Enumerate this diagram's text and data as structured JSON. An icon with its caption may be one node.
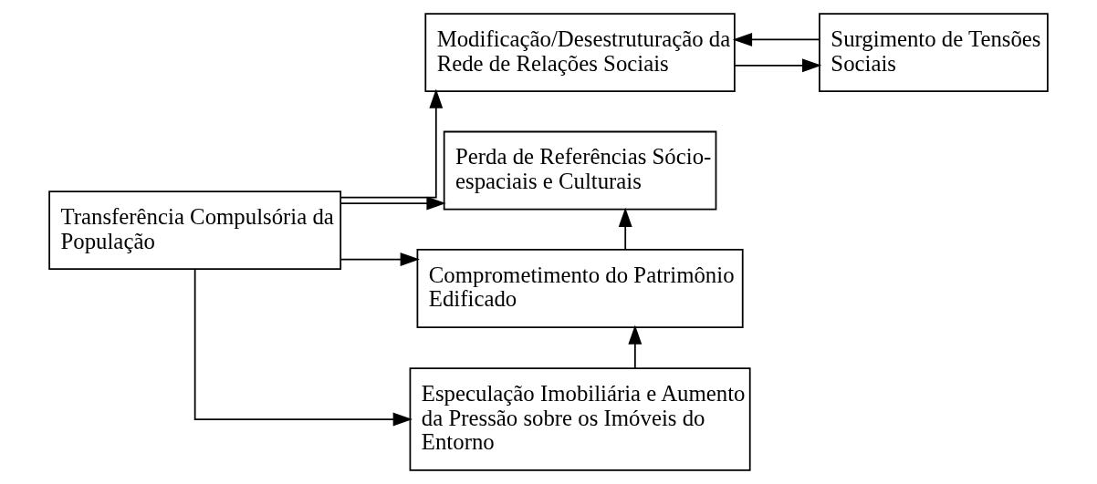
{
  "diagram": {
    "nodes": [
      {
        "text": [
          "Transferência Compulsória da População"
        ]
      },
      {
        "text": [
          "Modificação/Desestruturação da Rede de Relações Sociais"
        ]
      },
      {
        "text": [
          "Surgimento de Tensões Sociais"
        ]
      },
      {
        "text": [
          "Perda de Referências Sócio-espaciais e Culturais"
        ]
      },
      {
        "text": [
          "Comprometimento do Patrimônio Edificado"
        ]
      },
      {
        "text": [
          "Especulação Imobiliária e Aumento da Pressão sobre os Imóveis do Entorno"
        ]
      }
    ],
    "edges": [
      {
        "from": 0,
        "to": 1,
        "arrow": "to"
      },
      {
        "from": 0,
        "to": 3,
        "arrow": "to"
      },
      {
        "from": 0,
        "to": 4,
        "arrow": "to"
      },
      {
        "from": 0,
        "to": 5,
        "arrow": "to"
      },
      {
        "from": 1,
        "to": 2,
        "arrow": "to"
      },
      {
        "from": 2,
        "to": 1,
        "arrow": "to"
      },
      {
        "from": 4,
        "to": 3,
        "arrow": "to"
      },
      {
        "from": 5,
        "to": 4,
        "arrow": "to"
      }
    ]
  }
}
